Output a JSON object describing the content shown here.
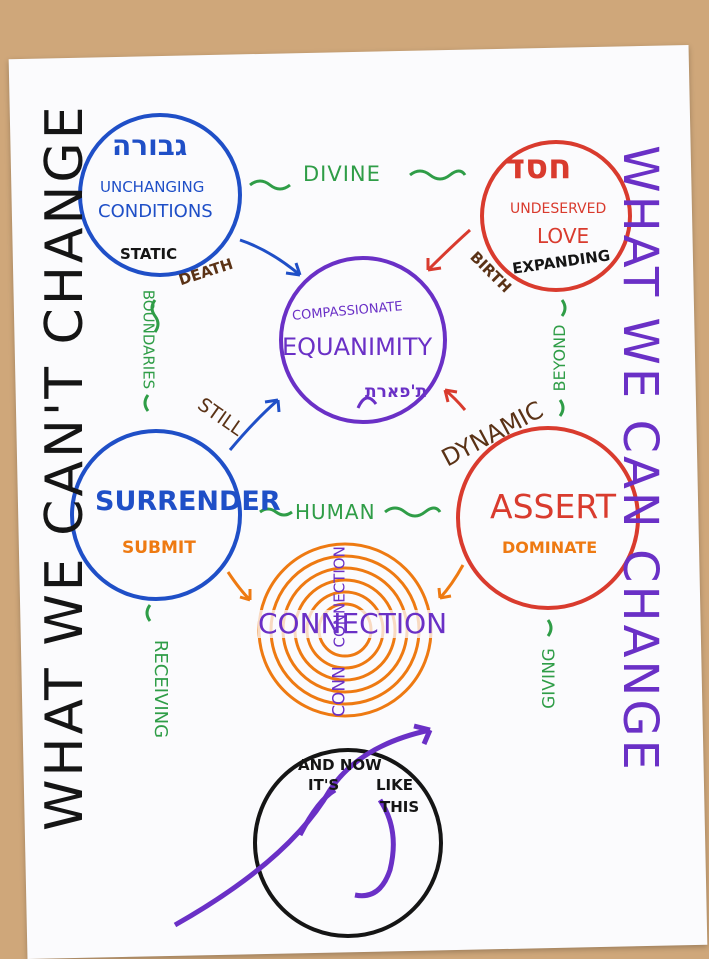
{
  "colors": {
    "blue": "#1f4fc7",
    "red": "#d93b2e",
    "purple": "#6a30c6",
    "green": "#2f9d47",
    "orange": "#ee7a12",
    "brown": "#5a3216",
    "black": "#151515"
  },
  "side_left": "WHAT WE CAN'T CHANGE",
  "side_right": "WHAT WE CAN CHANGE",
  "top_left_circle": {
    "hebrew": "גבורה",
    "line1": "UNCHANGING",
    "line2": "CONDITIONS",
    "word": "STATIC"
  },
  "top_right_circle": {
    "hebrew": "חסד",
    "line1": "UNDESERVED",
    "line2": "LOVE",
    "word": "EXPANDING"
  },
  "center_circle": {
    "line1": "COMPASSIONATE",
    "line2": "EQUANIMITY",
    "hebrew": "ת'פארת"
  },
  "left_circle": {
    "title": "SURRENDER",
    "sub": "SUBMIT"
  },
  "right_circle": {
    "title": "ASSERT",
    "sub": "DOMINATE"
  },
  "bottom_circle": {
    "title": "CONNECTION",
    "top_word": "CONNECTION",
    "bottom_word": "CONN"
  },
  "now_circle": {
    "text1": "AND NOW",
    "text2": "IT'S",
    "text3": "LIKE",
    "text4": "THIS"
  },
  "connectors": {
    "divine": "DIVINE",
    "human": "HUMAN",
    "boundaries": "BOUNDARIES",
    "beyond": "BEYOND",
    "receiving": "RECEIVING",
    "giving": "GIVING",
    "death": "DEATH",
    "birth": "BIRTH",
    "still": "STILL",
    "dynamic": "DYNAMIC"
  }
}
